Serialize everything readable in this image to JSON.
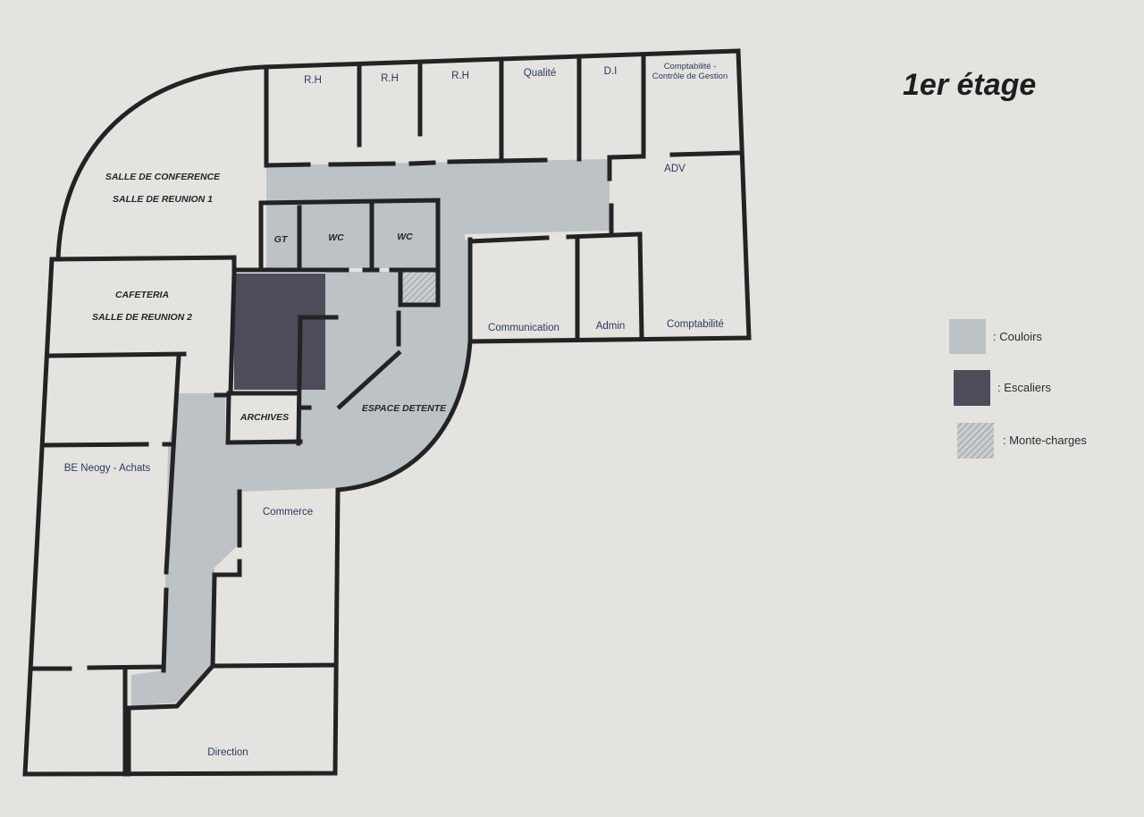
{
  "title": "1er étage",
  "rooms": {
    "rh1": "R.H",
    "rh2": "R.H",
    "rh3": "R.H",
    "qualite": "Qualité",
    "di": "D.I",
    "compta_controle_1": "Comptabilité -",
    "compta_controle_2": "Contrôle de Gestion",
    "adv": "ADV",
    "salle_conference": "SALLE DE CONFERENCE",
    "salle_reunion_1": "SALLE DE REUNION 1",
    "gt": "GT",
    "wc1": "WC",
    "wc2": "WC",
    "cafeteria": "CAFETERIA",
    "salle_reunion_2": "SALLE DE REUNION 2",
    "communication": "Communication",
    "admin": "Admin",
    "comptabilite": "Comptabilité",
    "archives": "ARCHIVES",
    "espace_detente": "ESPACE DETENTE",
    "be_neogy": "BE Neogy  - Achats",
    "commerce": "Commerce",
    "direction": "Direction"
  },
  "legend": [
    {
      "label": ": Couloirs",
      "color": "#bcc2c6",
      "pattern": "solid"
    },
    {
      "label": ": Escaliers",
      "color": "#4e4b5a",
      "pattern": "solid"
    },
    {
      "label": ": Monte-charges",
      "color": "#c9cdcf",
      "pattern": "hatch"
    }
  ],
  "colors": {
    "background": "#e4e3df",
    "corridor": "#bcc2c6",
    "stairs": "#4e4b5a",
    "wall": "#232325",
    "label": "#2c3a62"
  }
}
